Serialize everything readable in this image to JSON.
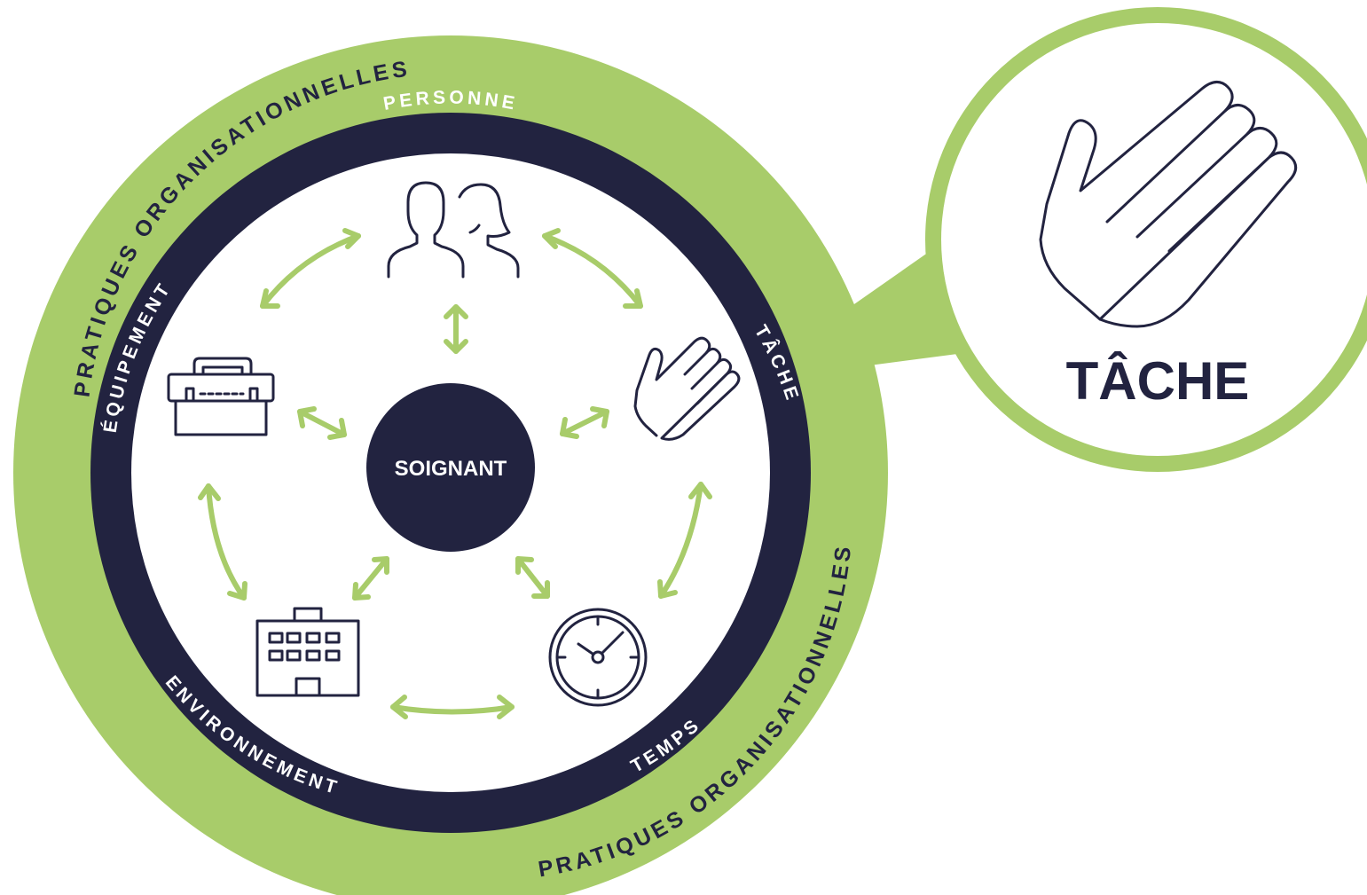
{
  "diagram": {
    "center_label": "SOIGNANT",
    "outer_ring": {
      "label_top": "PRATIQUES ORGANISATIONNELLES",
      "label_bottom": "PRATIQUES ORGANISATIONNELLES"
    },
    "inner_ring": {
      "labels": {
        "personne": "PERSONNE",
        "tache": "TÂCHE",
        "temps": "TEMPS",
        "environnement": "ENVIRONNEMENT",
        "equipement": "ÉQUIPEMENT"
      }
    },
    "icons": {
      "personne": "people-icon",
      "tache": "hand-icon",
      "temps": "clock-icon",
      "environnement": "building-icon",
      "equipement": "toolbox-icon"
    },
    "zoom_callout": {
      "label": "TÂCHE",
      "icon": "hand-icon"
    }
  },
  "colors": {
    "green": "#a8cc6a",
    "navy": "#222340",
    "white": "#ffffff"
  }
}
